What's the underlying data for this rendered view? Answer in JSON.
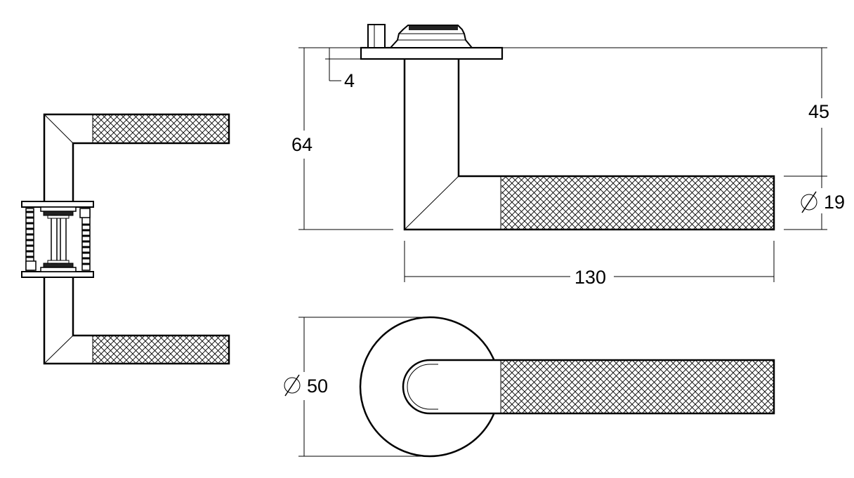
{
  "dimensions": {
    "rose_thickness": "4",
    "overall_height": "64",
    "projection": "45",
    "lever_diameter_value": "19",
    "lever_length": "130",
    "rose_diameter_value": "50"
  },
  "symbols": {
    "diameter": "diameter-symbol"
  },
  "colors": {
    "line": "#000000",
    "background": "#ffffff"
  }
}
